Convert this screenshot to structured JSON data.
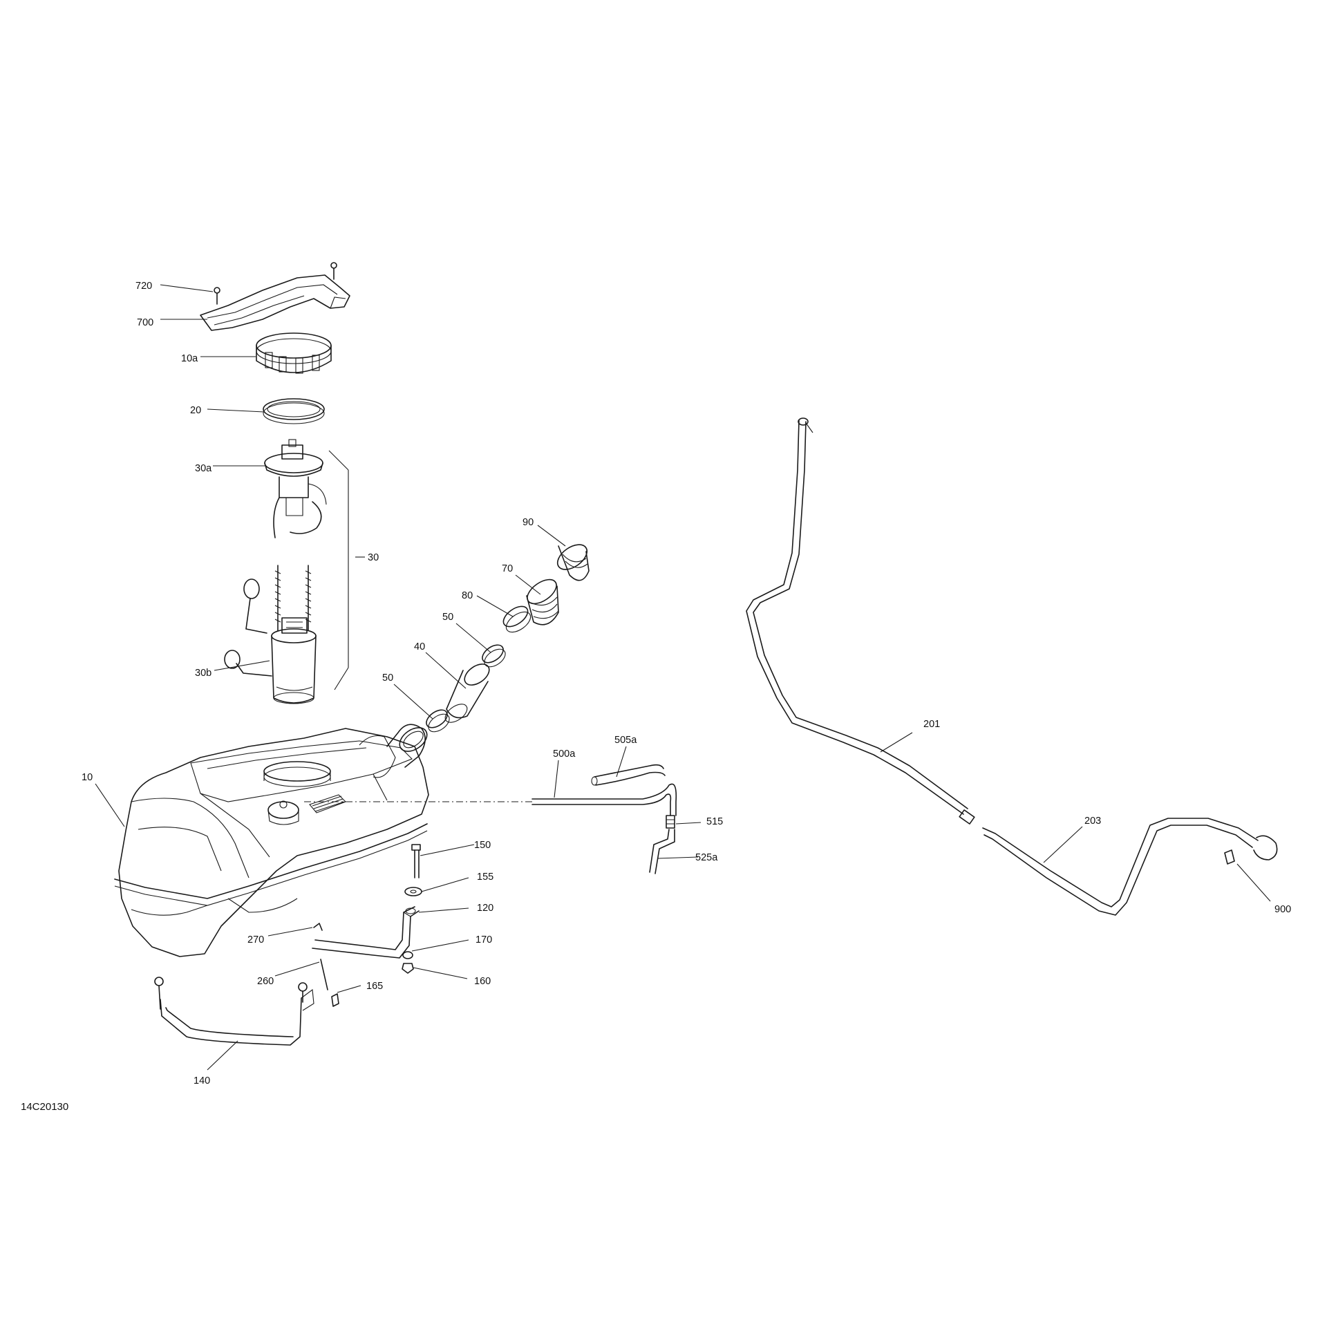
{
  "callouts": {
    "c720": "720",
    "c700": "700",
    "c10a": "10a",
    "c20": "20",
    "c30a": "30a",
    "c30": "30",
    "c30b": "30b",
    "c90": "90",
    "c70": "70",
    "c80": "80",
    "c50_upper": "50",
    "c40": "40",
    "c50_lower": "50",
    "c10": "10",
    "c500a": "500a",
    "c505a": "505a",
    "c515": "515",
    "c525a": "525a",
    "c150": "150",
    "c155": "155",
    "c120": "120",
    "c170": "170",
    "c160": "160",
    "c270": "270",
    "c260": "260",
    "c165": "165",
    "c140": "140",
    "c201": "201",
    "c203": "203",
    "c900": "900"
  },
  "drawing_id": "14C20130"
}
